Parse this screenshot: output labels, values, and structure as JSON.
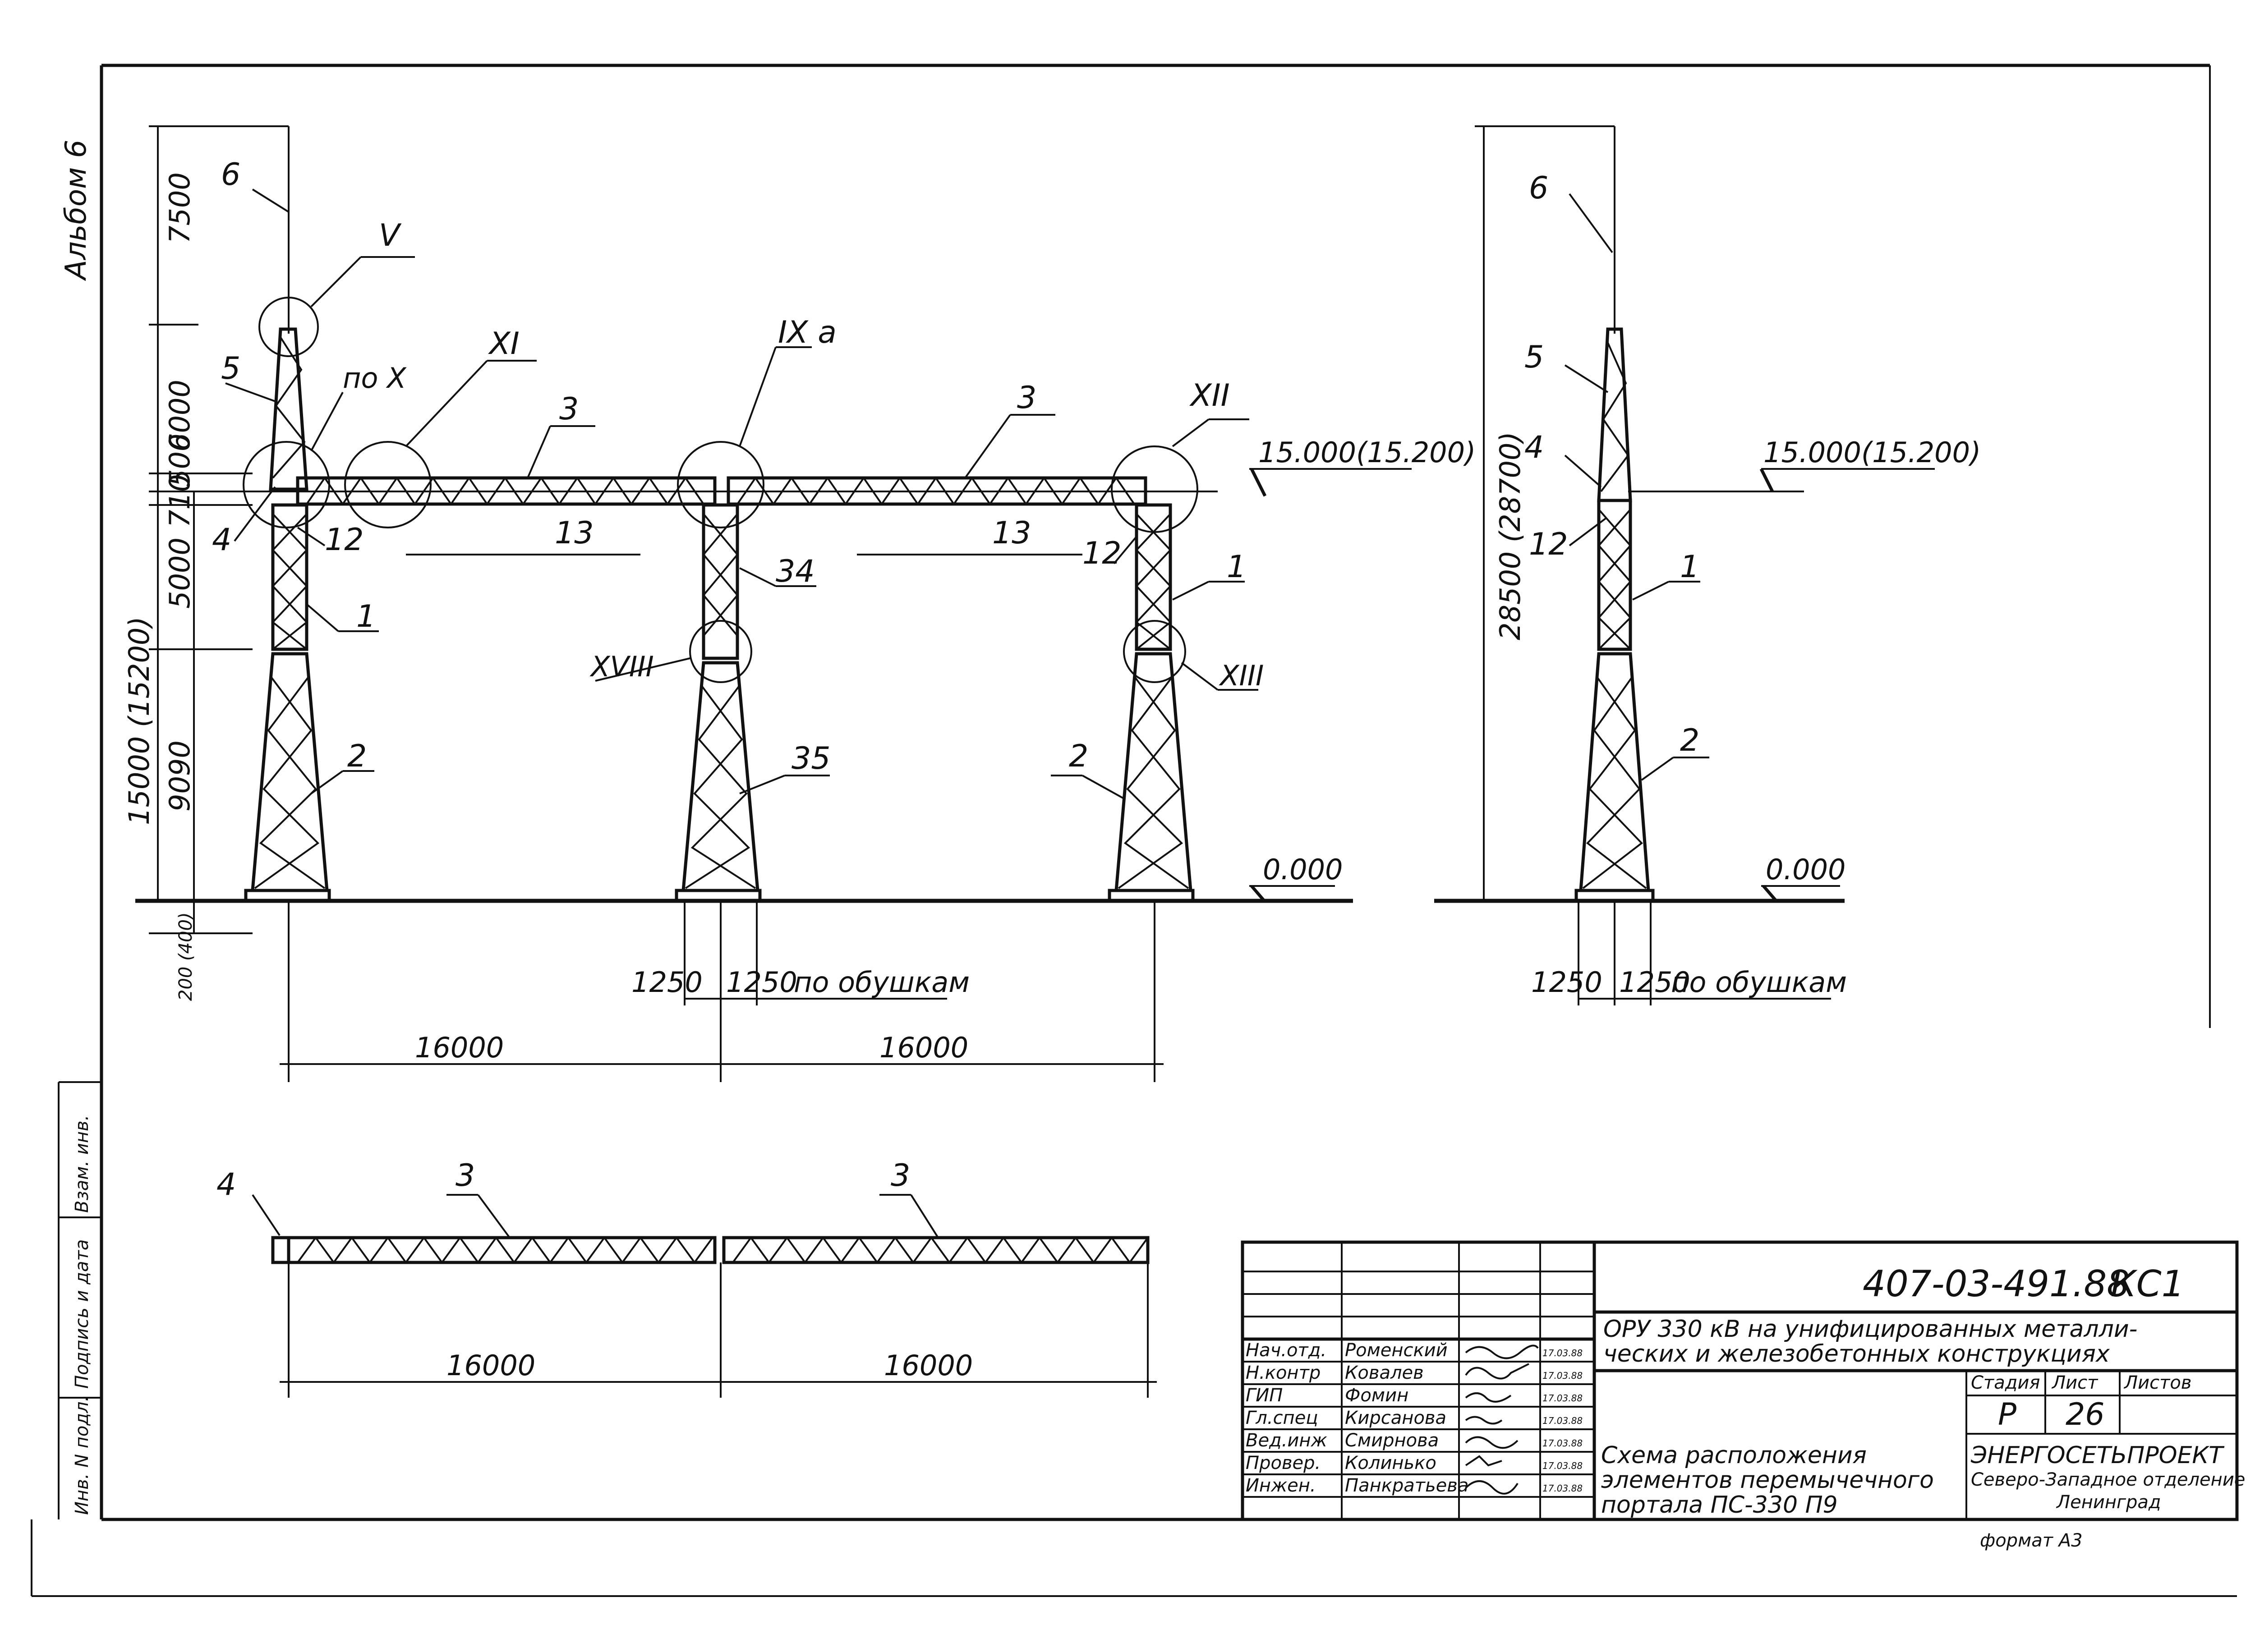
{
  "side_stamp": {
    "album": "Альбом 6",
    "inv_no": "Инв. N подл.",
    "signature_date": "Подпись и дата",
    "replaced_inv": "Взам. инв."
  },
  "front_view": {
    "dims_vertical": [
      "7500",
      "6000",
      "500",
      "710",
      "5000",
      "15000 (15200)",
      "9090",
      "200 (400)"
    ],
    "dims_horizontal": [
      "1250",
      "1250",
      "по обушкам",
      "16000",
      "16000"
    ],
    "level_top": "15.000(15.200)",
    "level_ground": "0.000",
    "labels": [
      "6",
      "5",
      "по X",
      "4",
      "12",
      "1",
      "2",
      "XI",
      "3",
      "13",
      "IX a",
      "34",
      "XVIII",
      "35",
      "3",
      "13",
      "XII",
      "12",
      "1",
      "XIII",
      "2",
      "V"
    ]
  },
  "side_view": {
    "dims_vertical": [
      "28500 (28700)"
    ],
    "level_top": "15.000(15.200)",
    "level_ground": "0.000",
    "dims_horizontal": [
      "1250",
      "1250",
      "по обушкам"
    ],
    "labels": [
      "6",
      "5",
      "4",
      "12",
      "1",
      "2"
    ]
  },
  "plan_view": {
    "labels": [
      "4",
      "3",
      "3"
    ],
    "dims": [
      "16000",
      "16000"
    ]
  },
  "title_block": {
    "doc_code": "407-03-491.88",
    "mark": "КС1",
    "object_title_line1": "ОРУ 330 кВ на унифицированных металли-",
    "object_title_line2": "ческих и железобетонных конструкциях",
    "sheet_title_line1": "Схема расположения",
    "sheet_title_line2": "элементов перемычечного",
    "sheet_title_line3": "портала ПС-330 П9",
    "stage_header": "Стадия",
    "sheet_header": "Лист",
    "sheets_header": "Листов",
    "stage": "Р",
    "sheet_no": "26",
    "org_line1": "ЭНЕРГОСЕТЬПРОЕКТ",
    "org_line2": "Северо-Западное отделение",
    "org_line3": "Ленинград",
    "format": "формат А3",
    "roles": [
      {
        "role": "Нач.отд.",
        "name": "Роменский",
        "date": "17.03.88"
      },
      {
        "role": "Н.контр",
        "name": "Ковалев",
        "date": "17.03.88"
      },
      {
        "role": "ГИП",
        "name": "Фомин",
        "date": "17.03.88"
      },
      {
        "role": "Гл.спец",
        "name": "Кирсанова",
        "date": "17.03.88"
      },
      {
        "role": "Вед.инж",
        "name": "Смирнова",
        "date": "17.03.88"
      },
      {
        "role": "Провер.",
        "name": "Колинько",
        "date": "17.03.88"
      },
      {
        "role": "Инжен.",
        "name": "Панкратьева",
        "date": "17.03.88"
      }
    ]
  }
}
